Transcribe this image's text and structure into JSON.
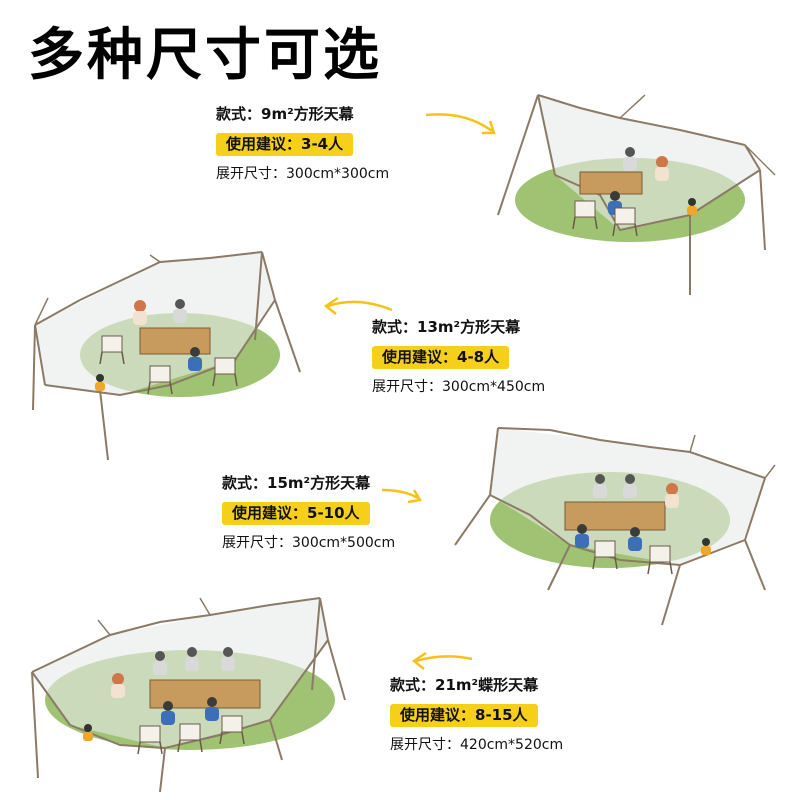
{
  "title": "多种尺寸可选",
  "products": [
    {
      "style_label": "款式：",
      "style_value": "9m²方形天幕",
      "people_label": "使用建议：",
      "people_value": "3-4人",
      "size_label": "展开尺寸：",
      "size_value": "300cm*300cm"
    },
    {
      "style_label": "款式：",
      "style_value": "13m²方形天幕",
      "people_label": "使用建议：",
      "people_value": "4-8人",
      "size_label": "展开尺寸：",
      "size_value": "300cm*450cm"
    },
    {
      "style_label": "款式：",
      "style_value": "15m²方形天幕",
      "people_label": "使用建议：",
      "people_value": "5-10人",
      "size_label": "展开尺寸：",
      "size_value": "300cm*500cm"
    },
    {
      "style_label": "款式：",
      "style_value": "21m²蝶形天幕",
      "people_label": "使用建议：",
      "people_value": "8-15人",
      "size_label": "展开尺寸：",
      "size_value": "420cm*520cm"
    }
  ],
  "colors": {
    "badge": "#f6cf1a",
    "arrow": "#f6c21a",
    "grass": "#8fb85a",
    "canopy_line": "#8b7a66",
    "table": "#c79a5e"
  }
}
